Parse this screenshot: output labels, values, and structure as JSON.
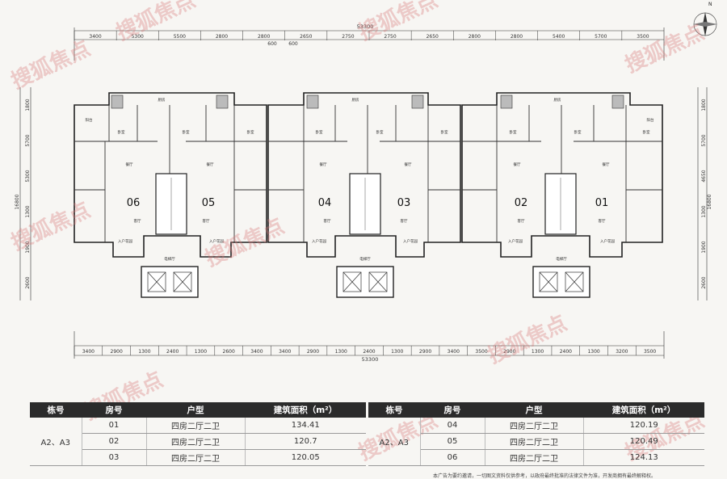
{
  "plan": {
    "total_dimension": "53300",
    "top_dims": [
      "3400",
      "5300",
      "5500",
      "2800",
      "2800",
      "2650",
      "2750",
      "2750",
      "2650",
      "2800",
      "2800",
      "5400",
      "5700",
      "3500"
    ],
    "top_small_dims": [
      "600",
      "600"
    ],
    "bottom_dims": [
      "3400",
      "2900",
      "1300",
      "2400",
      "1300",
      "2600",
      "3400",
      "3400",
      "2900",
      "1300",
      "2400",
      "1300",
      "2900",
      "3400",
      "3500",
      "2900",
      "1300",
      "2400",
      "1300",
      "3200",
      "3500"
    ],
    "left_dims": [
      "1800",
      "5700",
      "5300",
      "1300",
      "1900",
      "2600"
    ],
    "left_total": "16800",
    "right_dims": [
      "1800",
      "5700",
      "4650",
      "1300",
      "1900",
      "2600"
    ],
    "right_total": "16800",
    "units": [
      "06",
      "05",
      "04",
      "03",
      "02",
      "01"
    ],
    "room_labels": {
      "living": "客厅",
      "bedroom": "卧室",
      "dining": "餐厅",
      "kitchen": "厨房",
      "balcony": "阳台",
      "entrance": "入户花园",
      "lobby": "电梯厅"
    }
  },
  "compass_label": "N",
  "table_left": {
    "headers": [
      "栋号",
      "房号",
      "户型",
      "建筑面积（m²）"
    ],
    "building": "A2、A3",
    "rows": [
      {
        "room": "01",
        "type": "四房二厅二卫",
        "area": "134.41"
      },
      {
        "room": "02",
        "type": "四房二厅二卫",
        "area": "120.7"
      },
      {
        "room": "03",
        "type": "四房二厅二卫",
        "area": "120.05"
      }
    ]
  },
  "table_right": {
    "headers": [
      "栋号",
      "房号",
      "户型",
      "建筑面积（m²）"
    ],
    "building": "A2、A3",
    "rows": [
      {
        "room": "04",
        "type": "四房二厅二卫",
        "area": "120.19"
      },
      {
        "room": "05",
        "type": "四房二厅二卫",
        "area": "120.49"
      },
      {
        "room": "06",
        "type": "四房二厅二卫",
        "area": "124.13"
      }
    ]
  },
  "footnote": "本广告为要约邀请，一切图文资料仅供参考，以政府最终批准的法律文件为准，开发商拥有最终解释权。",
  "watermark": "搜狐焦点"
}
